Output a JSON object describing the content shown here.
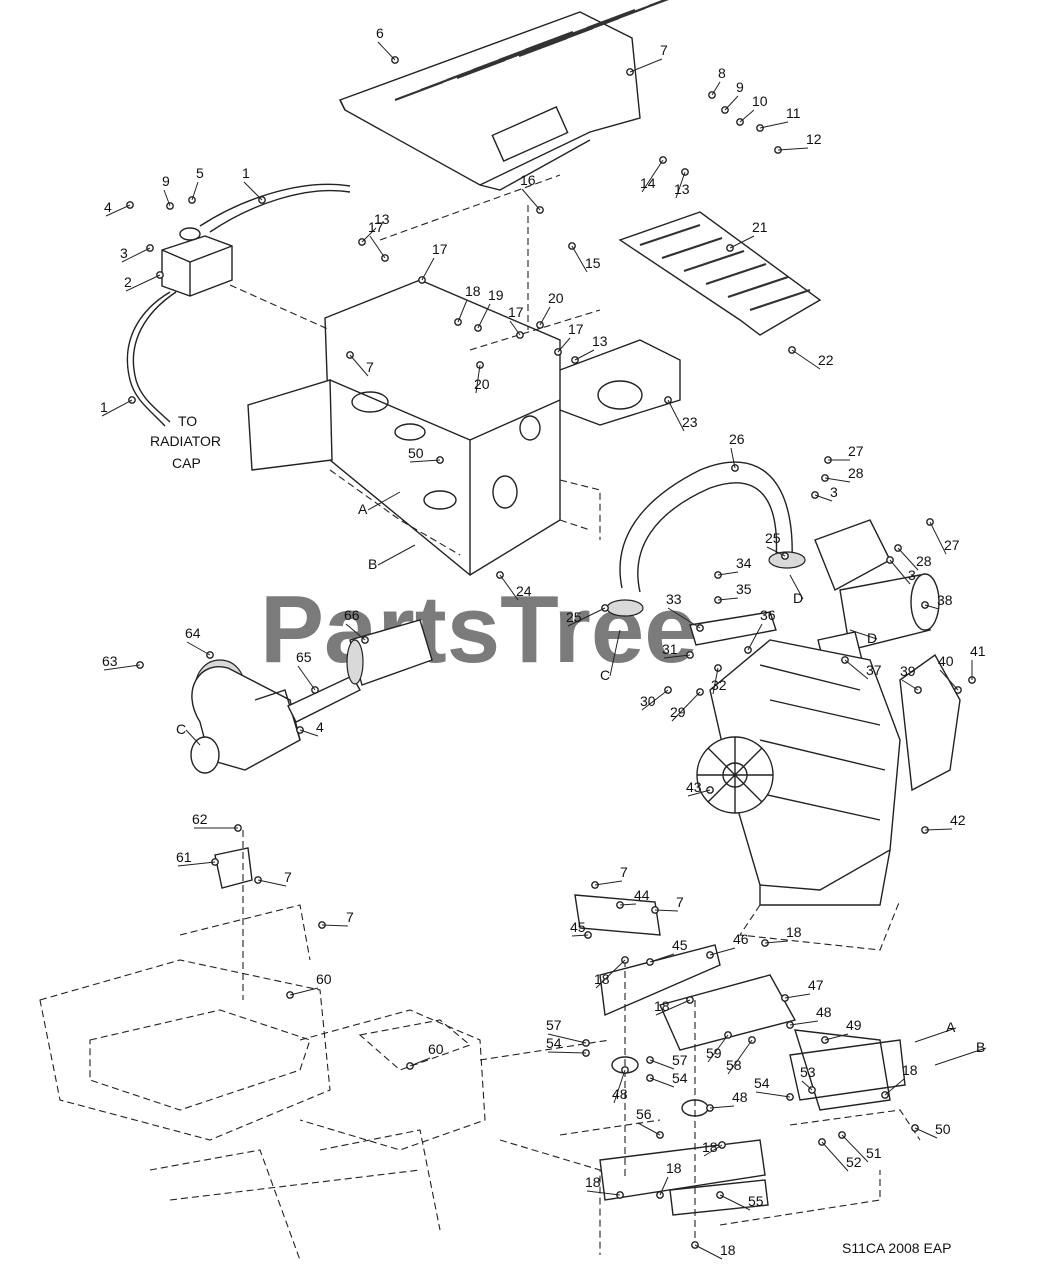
{
  "watermark": "PartsTree",
  "footer_code": "S11CA 2008 EAP",
  "annotation": {
    "line1": "TO",
    "line2": "RADIATOR",
    "line3": "CAP"
  },
  "callouts": [
    "1",
    "2",
    "3",
    "4",
    "5",
    "6",
    "7",
    "8",
    "9",
    "10",
    "11",
    "12",
    "13",
    "14",
    "15",
    "16",
    "17",
    "18",
    "19",
    "20",
    "21",
    "22",
    "23",
    "24",
    "25",
    "26",
    "27",
    "28",
    "29",
    "30",
    "31",
    "32",
    "33",
    "34",
    "35",
    "36",
    "37",
    "38",
    "39",
    "40",
    "41",
    "42",
    "43",
    "44",
    "45",
    "46",
    "47",
    "48",
    "49",
    "50",
    "51",
    "52",
    "53",
    "54",
    "55",
    "56",
    "57",
    "58",
    "59",
    "60",
    "61",
    "62",
    "63",
    "64",
    "65",
    "66",
    "A",
    "B",
    "C",
    "D"
  ]
}
